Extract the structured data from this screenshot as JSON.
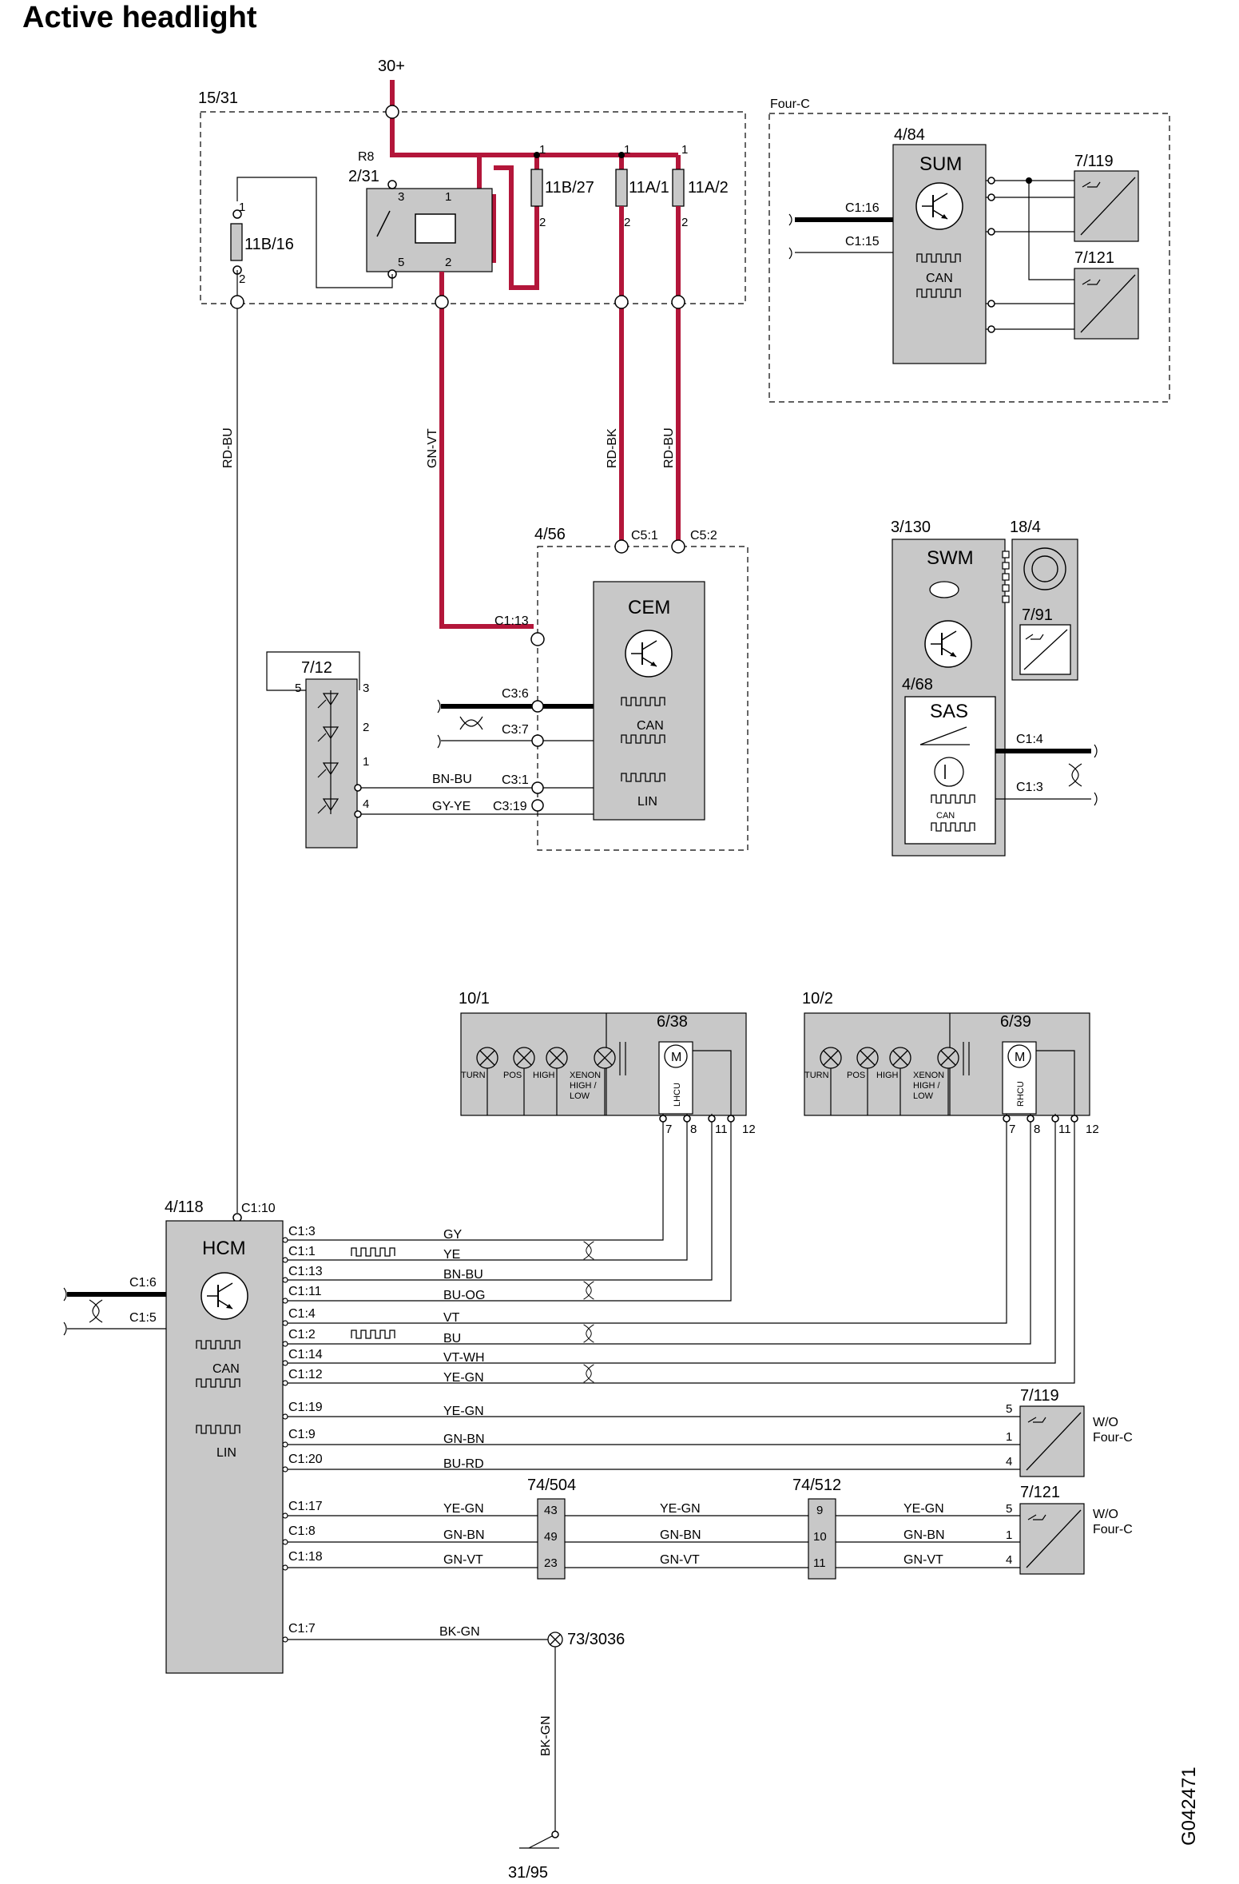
{
  "title": "Active headlight",
  "drawing_code": "G042471",
  "supply": {
    "label": "30+",
    "fuse_box": "15/31",
    "ground": "31/95"
  },
  "relay": {
    "id": "R8",
    "ref": "2/31",
    "pins": [
      "3",
      "1",
      "5",
      "2"
    ]
  },
  "fuses": [
    {
      "id": "11B/16",
      "pin_top": "1",
      "pin_bottom": "2"
    },
    {
      "id": "11B/27",
      "pin_top": "1",
      "pin_bottom": "2"
    },
    {
      "id": "11A/1",
      "pin_top": "1",
      "pin_bottom": "2"
    },
    {
      "id": "11A/2",
      "pin_top": "1",
      "pin_bottom": "2"
    }
  ],
  "wires": {
    "rd_bu": "RD-BU",
    "gn_vt": "GN-VT",
    "rd_bk": "RD-BK",
    "rd_bu2": "RD-BU",
    "bk_gn": "BK-GN",
    "bk_gn_v": "BK-GN"
  },
  "four_c": {
    "label": "Four-C",
    "sum_ref": "4/84",
    "sum_name": "SUM",
    "can": "CAN",
    "pins": [
      "C1:16",
      "C1:15"
    ],
    "sensors": [
      "7/119",
      "7/121"
    ]
  },
  "cem": {
    "ref": "4/56",
    "name": "CEM",
    "can": "CAN",
    "lin": "LIN",
    "top_pins": [
      "C5:1",
      "C5:2"
    ],
    "pins": [
      "C1:13",
      "C3:6",
      "C3:7",
      "C3:1",
      "C3:19"
    ],
    "wire_labels": [
      "BN-BU",
      "GY-YE"
    ]
  },
  "switch": {
    "ref": "7/12",
    "pins": [
      "5",
      "3",
      "2",
      "1",
      "4"
    ]
  },
  "swm": {
    "ref": "3/130",
    "name": "SWM",
    "horn_ref": "18/4",
    "sensor_ref": "7/91",
    "sas_ref": "4/68",
    "sas_name": "SAS",
    "can": "CAN",
    "pins": [
      "C1:4",
      "C1:3"
    ]
  },
  "headlights": [
    {
      "ref": "10/1",
      "motor_ref": "6/38",
      "motor_symbol": "M",
      "motor_label": "LHCU",
      "lamps": [
        "TURN",
        "POS",
        "HIGH",
        "XENON",
        "HIGH /",
        "LOW"
      ],
      "pins": [
        "7",
        "8",
        "11",
        "12"
      ]
    },
    {
      "ref": "10/2",
      "motor_ref": "6/39",
      "motor_symbol": "M",
      "motor_label": "RHCU",
      "lamps": [
        "TURN",
        "POS",
        "HIGH",
        "XENON",
        "HIGH /",
        "LOW"
      ],
      "pins": [
        "7",
        "8",
        "11",
        "12"
      ]
    }
  ],
  "hcm": {
    "ref": "4/118",
    "name": "HCM",
    "top_pin": "C1:10",
    "can": "CAN",
    "lin": "LIN",
    "bus_pins": [
      "C1:6",
      "C1:5"
    ],
    "rows": [
      {
        "pin": "C1:3",
        "wire": "GY"
      },
      {
        "pin": "C1:1",
        "wire": "YE"
      },
      {
        "pin": "C1:13",
        "wire": "BN-BU"
      },
      {
        "pin": "C1:11",
        "wire": "BU-OG"
      },
      {
        "pin": "C1:4",
        "wire": "VT"
      },
      {
        "pin": "C1:2",
        "wire": "BU"
      },
      {
        "pin": "C1:14",
        "wire": "VT-WH"
      },
      {
        "pin": "C1:12",
        "wire": "YE-GN"
      },
      {
        "pin": "C1:19",
        "wire": "YE-GN"
      },
      {
        "pin": "C1:9",
        "wire": "GN-BN"
      },
      {
        "pin": "C1:20",
        "wire": "BU-RD"
      },
      {
        "pin": "C1:17",
        "wire": "YE-GN"
      },
      {
        "pin": "C1:8",
        "wire": "GN-BN"
      },
      {
        "pin": "C1:18",
        "wire": "GN-VT"
      },
      {
        "pin": "C1:7",
        "wire": "BK-GN"
      }
    ]
  },
  "sensor_119": {
    "ref": "7/119",
    "note1": "W/O",
    "note2": "Four-C",
    "pins": [
      "5",
      "1",
      "4"
    ]
  },
  "sensor_121": {
    "ref": "7/121",
    "note1": "W/O",
    "note2": "Four-C",
    "pins": [
      "5",
      "1",
      "4"
    ]
  },
  "connector_504": {
    "ref": "74/504",
    "pins": [
      "43",
      "49",
      "23"
    ],
    "wires": [
      "YE-GN",
      "GN-BN",
      "GN-VT"
    ]
  },
  "connector_512": {
    "ref": "74/512",
    "pins": [
      "9",
      "10",
      "11"
    ],
    "wires": [
      "YE-GN",
      "GN-BN",
      "GN-VT"
    ]
  },
  "ground_point": "73/3036"
}
